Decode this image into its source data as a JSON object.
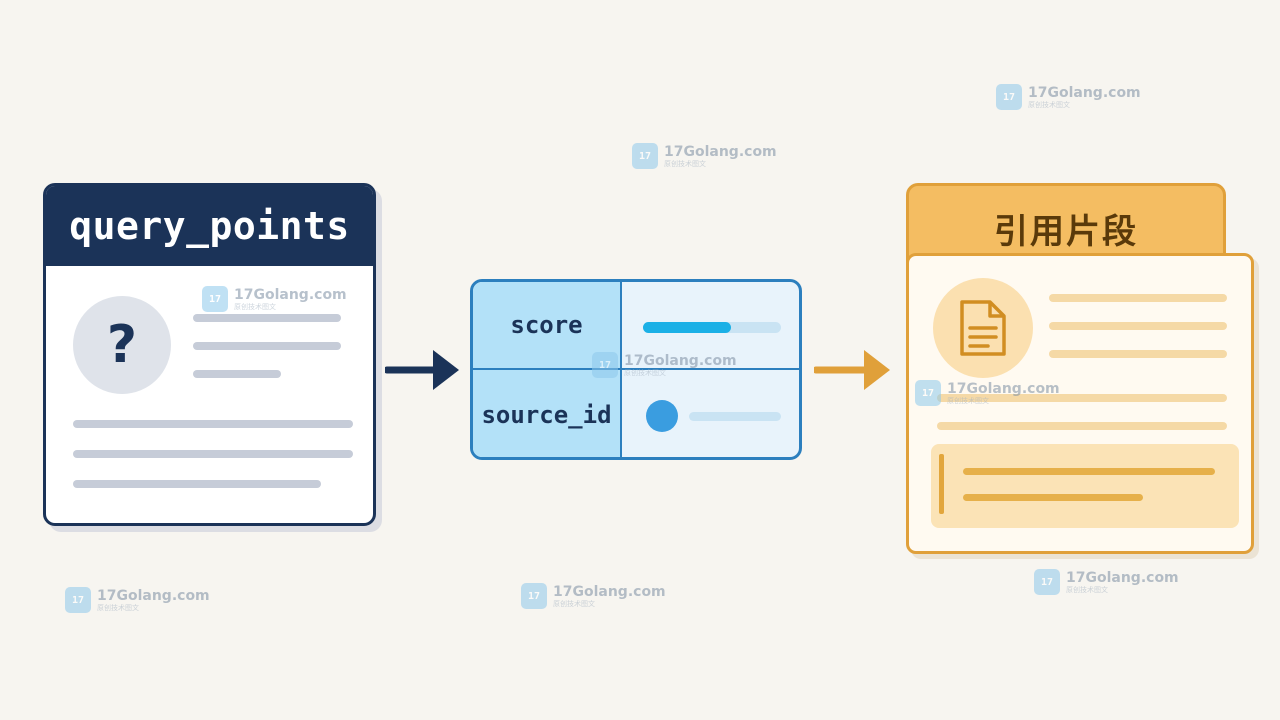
{
  "query_card": {
    "title": "query_points",
    "question_mark": "?"
  },
  "table_card": {
    "rows": [
      {
        "label": "score"
      },
      {
        "label": "source_id"
      }
    ],
    "score_fraction": 0.64
  },
  "citation_card": {
    "title": "引用片段"
  },
  "watermark": {
    "text": "17Golang.com",
    "subtext": "原创技术图文",
    "logo": "17"
  },
  "colors": {
    "navy": "#1b3358",
    "blue": "#2c7fbe",
    "light_blue": "#b3e1f8",
    "cyan_bar": "#1bb0e6",
    "orange": "#e0a03a",
    "orange_light": "#f4bd62"
  },
  "icons": {
    "question": "question-mark-icon",
    "document": "document-icon",
    "arrow": "arrow-right-icon",
    "dot": "dot-icon"
  }
}
